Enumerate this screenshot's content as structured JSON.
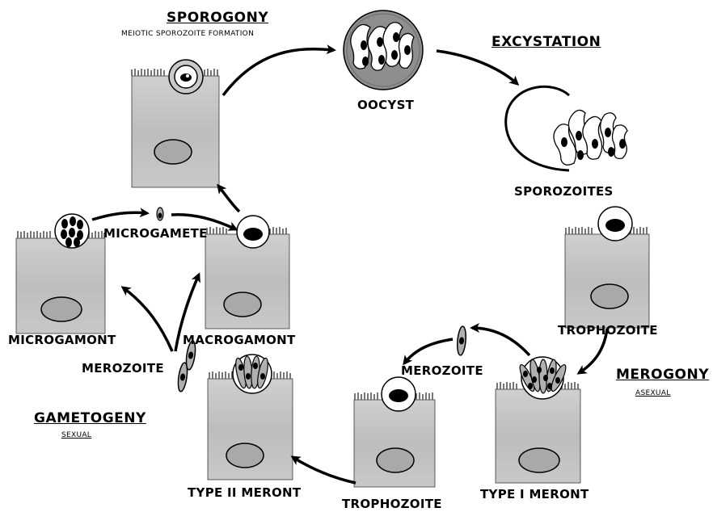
{
  "stages": {
    "sporogony": {
      "title": "SPOROGONY",
      "subtitle": "MEIOTIC SPOROZOITE FORMATION"
    },
    "excystation": {
      "title": "EXCYSTATION"
    },
    "merogony": {
      "title": "MEROGONY",
      "subtitle": "ASEXUAL"
    },
    "gametogeny": {
      "title": "GAMETOGENY",
      "subtitle": "SEXUAL"
    }
  },
  "labels": {
    "oocyst": "OOCYST",
    "sporozoites": "SPOROZOITES",
    "trophozoite_right": "TROPHOZOITE",
    "type_one_meront": "TYPE I MERONT",
    "merozoite_right": "MEROZOITE",
    "trophozoite_bottom": "TROPHOZOITE",
    "type_two_meront": "TYPE II MERONT",
    "merozoite_left": "MEROZOITE",
    "microgamont": "MICROGAMONT",
    "macrogamont": "MACROGAMONT",
    "microgamete": "MICROGAMETE"
  },
  "colors": {
    "cell_fill": "#bdbdbd",
    "cell_light": "#d6d6d6",
    "nucleus_fill": "#a9a9a9",
    "ink": "#000000",
    "oocyst_fill": "#8e8e8e",
    "merozoite_fill": "#b0b0b0"
  }
}
